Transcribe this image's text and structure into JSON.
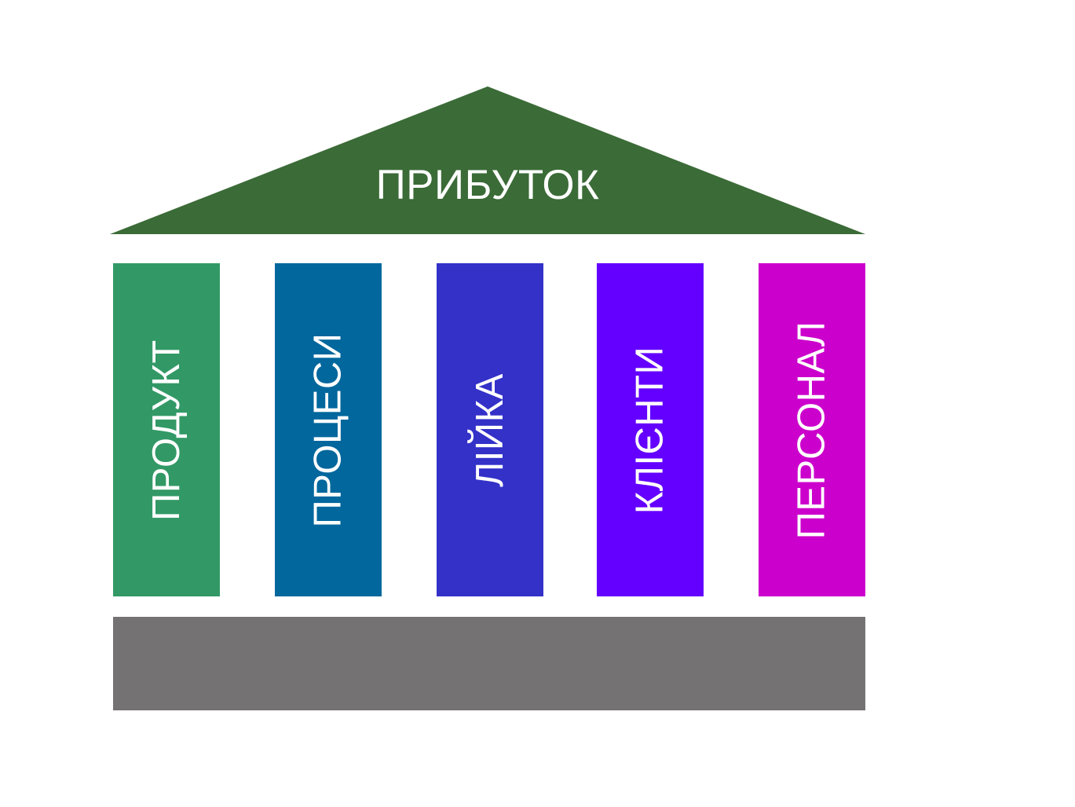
{
  "diagram": {
    "title": "ПРИБУТОК",
    "roof": {
      "label": "ПРИБУТОК",
      "color": "#3B6B37",
      "text_color": "#ffffff"
    },
    "pillars": [
      {
        "label": "ПРОДУКТ",
        "color": "#329966",
        "text_color": "#ffffff"
      },
      {
        "label": "ПРОЦЕСИ",
        "color": "#01679D",
        "text_color": "#ffffff"
      },
      {
        "label": "ЛІЙКА",
        "color": "#3331C8",
        "text_color": "#ffffff"
      },
      {
        "label": "КЛІЄНТИ",
        "color": "#6400FF",
        "text_color": "#ffffff"
      },
      {
        "label": "ПЕРСОНАЛ",
        "color": "#CC00CC",
        "text_color": "#ffffff"
      }
    ],
    "base": {
      "label": "",
      "color": "#757273"
    },
    "background_color": "#FFFFFF"
  }
}
